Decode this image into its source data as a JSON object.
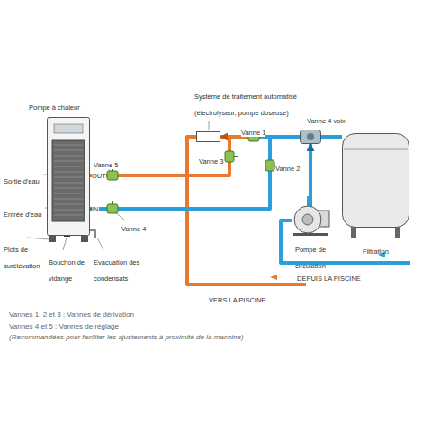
{
  "diagram": {
    "nodes": [
      {
        "text": [
          "Pompe à chaleur"
        ]
      },
      {
        "text": [
          "Système de traitement automatisé (électrolyseur, pompe doseuse)"
        ]
      },
      {
        "text": [
          "Pompe de circulation"
        ]
      },
      {
        "text": [
          "Filtration"
        ]
      },
      {
        "text": [
          "Vanne 4 voix"
        ]
      }
    ],
    "edges": [
      {
        "from": 2,
        "to": 4,
        "arrow": "to"
      },
      {
        "from": 4,
        "to": 3,
        "arrow": "none"
      },
      {
        "from": 4,
        "to": 0,
        "arrow": "to"
      },
      {
        "from": 0,
        "to": 1,
        "arrow": "to"
      }
    ],
    "labels": [
      "Vanne 5",
      "Sortie d'eau",
      "OUT",
      "Entrée d'eau",
      "IN",
      "Plots de surélévation",
      "Bouchon de vidange",
      "Evacuation des condensats",
      "Vanne 4",
      "Vanne 3",
      "Vanne 1",
      "Vanne 2",
      "DEPUIS LA PISCINE",
      "VERS LA PISCINE",
      "Vannes 1, 2 et 3 : Vannes de dérivation",
      "Vannes 4 et 5 : Vannes de réglage",
      "(Recommandées pour faciliter les ajustements à proximité de la machine)"
    ]
  }
}
